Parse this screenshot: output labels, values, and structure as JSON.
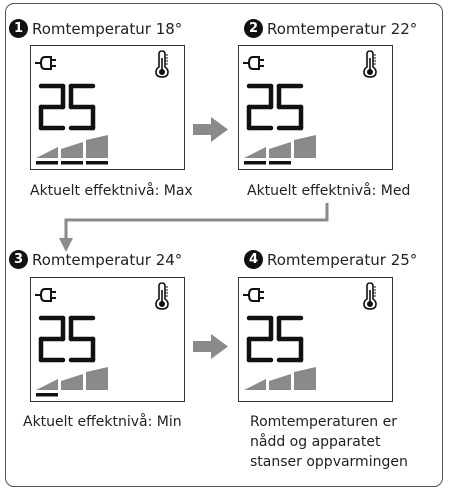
{
  "display_value": "25",
  "icons": {
    "plug": "plug-icon",
    "thermometer": "thermometer-icon"
  },
  "colors": {
    "arrow": "#8a8a8a",
    "bar_gray": "#8a8a8a",
    "bar_dark": "#111111",
    "border": "#555555"
  },
  "steps": [
    {
      "number": "1",
      "heading": "Romtemperatur 18°",
      "level_underlines": 3,
      "caption": [
        "Aktuelt effektnivå: Max"
      ]
    },
    {
      "number": "2",
      "heading": "Romtemperatur 22°",
      "level_underlines": 2,
      "caption": [
        "Aktuelt effektnivå: Med"
      ]
    },
    {
      "number": "3",
      "heading": "Romtemperatur 24°",
      "level_underlines": 1,
      "caption": [
        "Aktuelt effektnivå: Min"
      ]
    },
    {
      "number": "4",
      "heading": "Romtemperatur 25°",
      "level_underlines": 0,
      "caption": [
        "Romtemperaturen er",
        "nådd og apparatet",
        "stanser oppvarmingen"
      ]
    }
  ]
}
